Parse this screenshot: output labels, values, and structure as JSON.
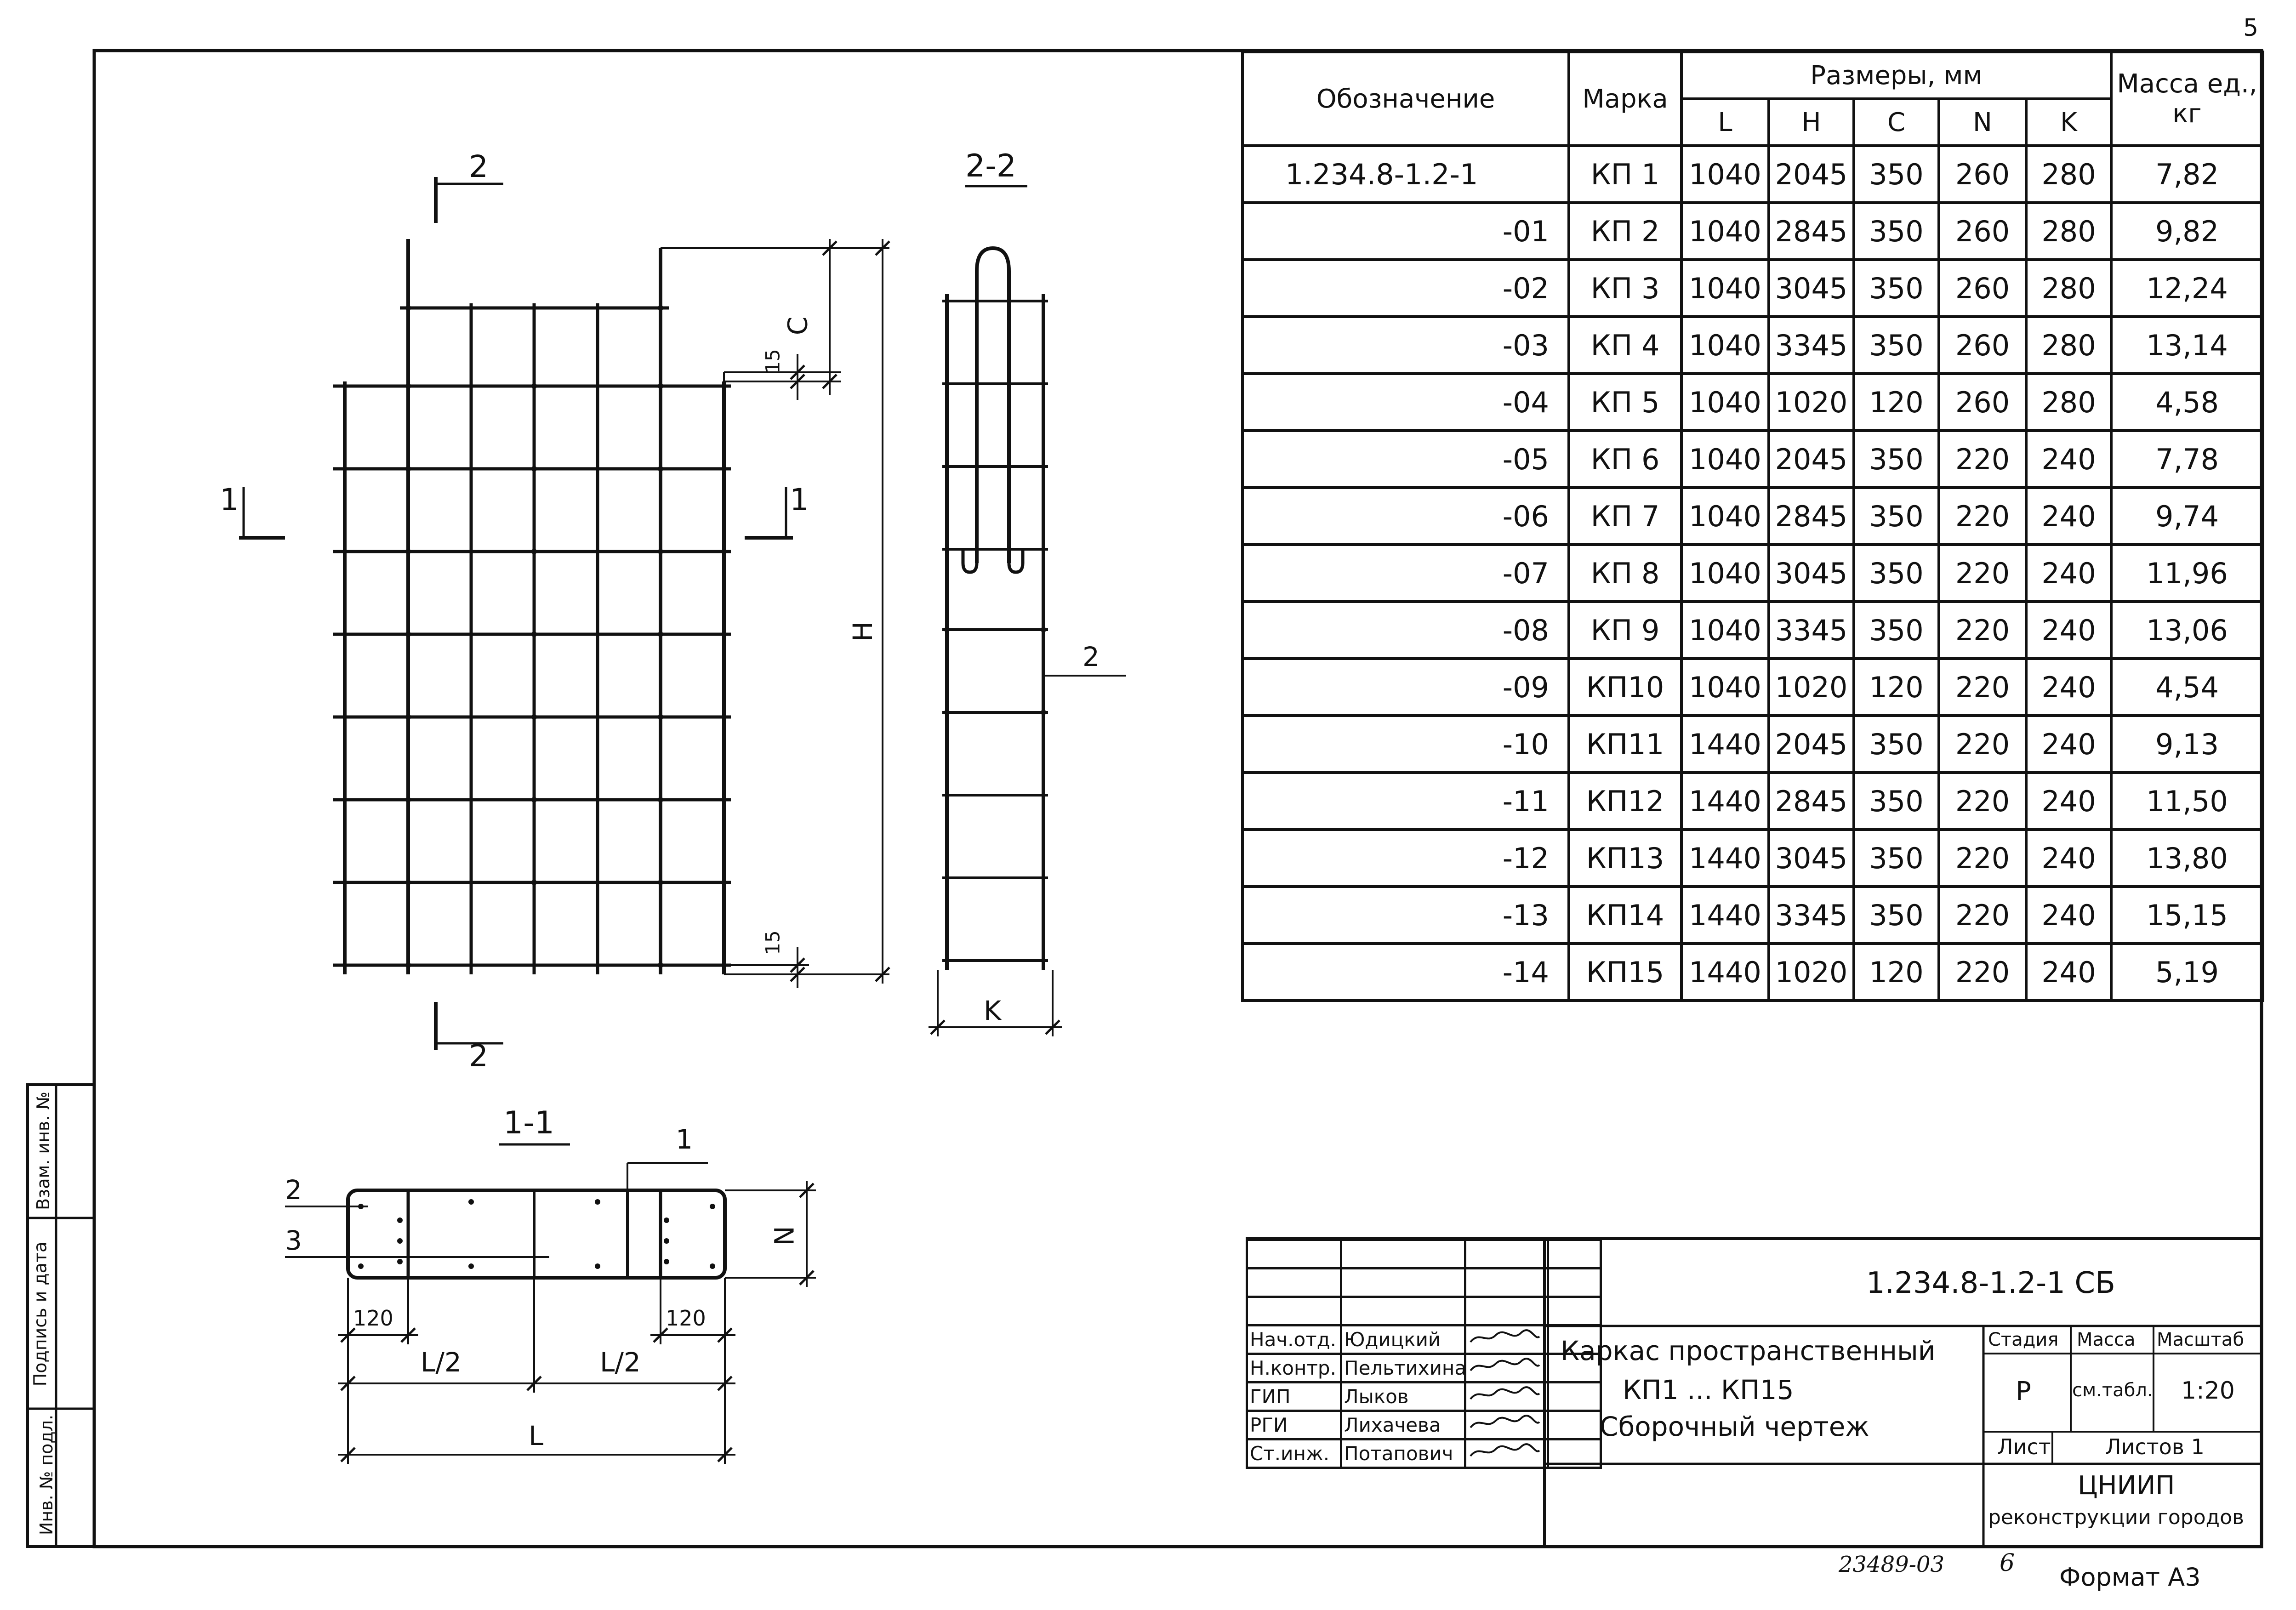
{
  "page_number": "5",
  "table": {
    "headers": {
      "designation": "Обозначение",
      "mark": "Марка",
      "dimensions": "Размеры, мм",
      "mass": "Масса ед., кг",
      "dim_cols": [
        "L",
        "H",
        "C",
        "N",
        "K"
      ]
    },
    "rows": [
      {
        "des": "1.234.8-1.2-1",
        "mark": "КП 1",
        "L": "1040",
        "H": "2045",
        "C": "350",
        "N": "260",
        "K": "280",
        "mass": "7,82"
      },
      {
        "des": "-01",
        "mark": "КП 2",
        "L": "1040",
        "H": "2845",
        "C": "350",
        "N": "260",
        "K": "280",
        "mass": "9,82"
      },
      {
        "des": "-02",
        "mark": "КП 3",
        "L": "1040",
        "H": "3045",
        "C": "350",
        "N": "260",
        "K": "280",
        "mass": "12,24"
      },
      {
        "des": "-03",
        "mark": "КП 4",
        "L": "1040",
        "H": "3345",
        "C": "350",
        "N": "260",
        "K": "280",
        "mass": "13,14"
      },
      {
        "des": "-04",
        "mark": "КП 5",
        "L": "1040",
        "H": "1020",
        "C": "120",
        "N": "260",
        "K": "280",
        "mass": "4,58"
      },
      {
        "des": "-05",
        "mark": "КП 6",
        "L": "1040",
        "H": "2045",
        "C": "350",
        "N": "220",
        "K": "240",
        "mass": "7,78"
      },
      {
        "des": "-06",
        "mark": "КП 7",
        "L": "1040",
        "H": "2845",
        "C": "350",
        "N": "220",
        "K": "240",
        "mass": "9,74"
      },
      {
        "des": "-07",
        "mark": "КП 8",
        "L": "1040",
        "H": "3045",
        "C": "350",
        "N": "220",
        "K": "240",
        "mass": "11,96"
      },
      {
        "des": "-08",
        "mark": "КП 9",
        "L": "1040",
        "H": "3345",
        "C": "350",
        "N": "220",
        "K": "240",
        "mass": "13,06"
      },
      {
        "des": "-09",
        "mark": "КП10",
        "L": "1040",
        "H": "1020",
        "C": "120",
        "N": "220",
        "K": "240",
        "mass": "4,54"
      },
      {
        "des": "-10",
        "mark": "КП11",
        "L": "1440",
        "H": "2045",
        "C": "350",
        "N": "220",
        "K": "240",
        "mass": "9,13"
      },
      {
        "des": "-11",
        "mark": "КП12",
        "L": "1440",
        "H": "2845",
        "C": "350",
        "N": "220",
        "K": "240",
        "mass": "11,50"
      },
      {
        "des": "-12",
        "mark": "КП13",
        "L": "1440",
        "H": "3045",
        "C": "350",
        "N": "220",
        "K": "240",
        "mass": "13,80"
      },
      {
        "des": "-13",
        "mark": "КП14",
        "L": "1440",
        "H": "3345",
        "C": "350",
        "N": "220",
        "K": "240",
        "mass": "15,15"
      },
      {
        "des": "-14",
        "mark": "КП15",
        "L": "1440",
        "H": "1020",
        "C": "120",
        "N": "220",
        "K": "240",
        "mass": "5,19"
      }
    ]
  },
  "views": {
    "section_2_2": "2-2",
    "section_1_1": "1-1",
    "cut_mark_1": "1",
    "cut_mark_2": "2",
    "dim_c": "C",
    "dim_h": "H",
    "dim_15": "15",
    "dim_k": "K",
    "dim_n": "N",
    "dim_l": "L",
    "dim_l2": "L/2",
    "dim_120": "120",
    "callout_1": "1",
    "callout_2": "2",
    "callout_3": "3"
  },
  "side_stamp": {
    "inv_orig": "Инв. № подл.",
    "sign_date": "Подпись и дата",
    "inv_repl": "Взам. инв. №"
  },
  "title_block": {
    "doc_code": "1.234.8-1.2-1 СБ",
    "title_line1": "Каркас пространственный",
    "title_line2": "КП1 ... КП15",
    "title_line3": "Сборочный чертеж",
    "stage_label": "Стадия",
    "mass_label": "Масса",
    "scale_label": "Масштаб",
    "stage": "Р",
    "mass": "см.табл.",
    "scale": "1:20",
    "sheet_label": "Лист",
    "sheets_label": "Листов 1",
    "org_line1": "ЦНИИП",
    "org_line2": "реконструкции городов",
    "people": [
      {
        "role": "Нач.отд.",
        "name": "Юдицкий"
      },
      {
        "role": "Н.контр.",
        "name": "Пельтихина"
      },
      {
        "role": "ГИП",
        "name": "Лыков"
      },
      {
        "role": "РГИ",
        "name": "Лихачева"
      },
      {
        "role": "Ст.инж.",
        "name": "Потапович"
      }
    ]
  },
  "footer": {
    "archive_no": "23489-03",
    "archive_sheet": "6",
    "format": "Формат А3"
  }
}
